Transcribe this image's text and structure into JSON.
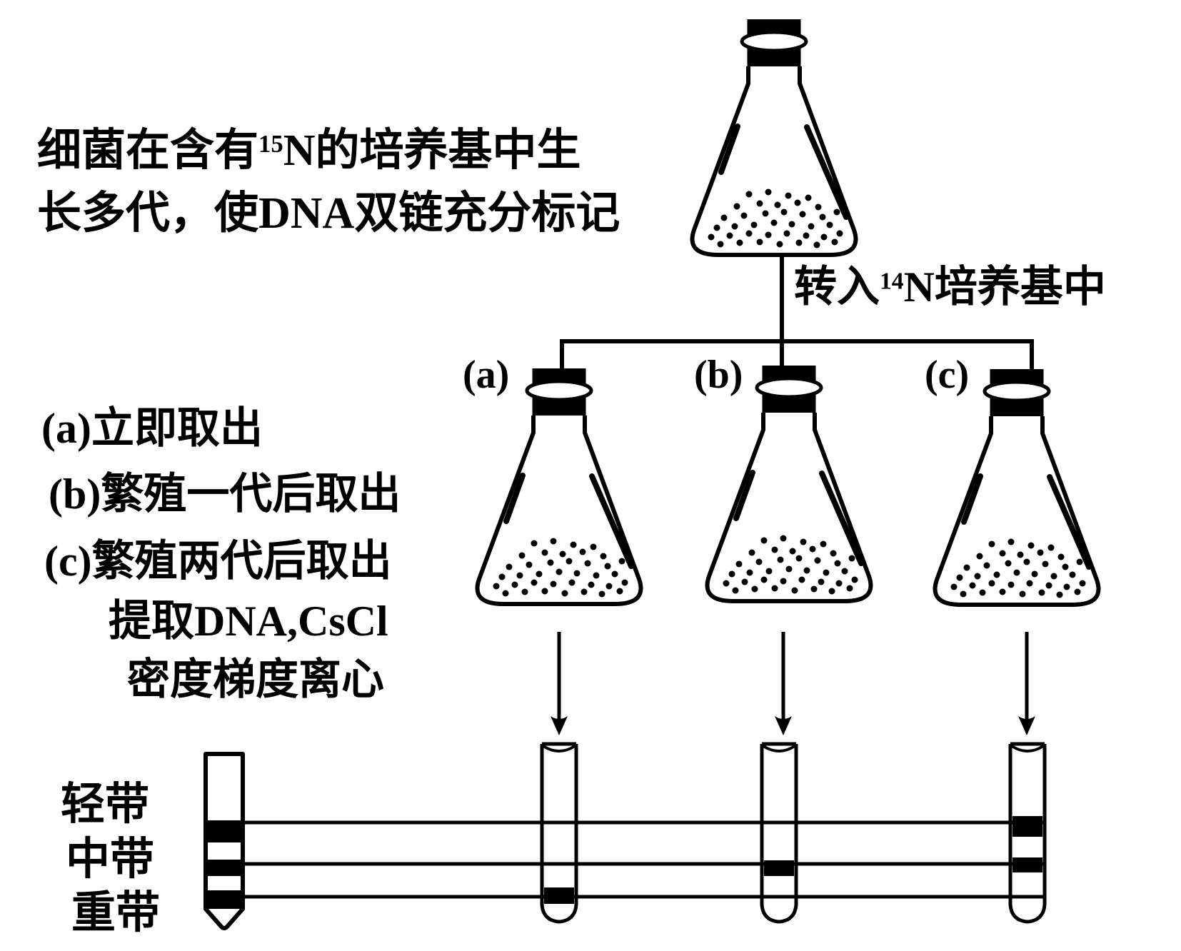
{
  "intro": {
    "line1_pre": "细菌在含有",
    "line1_sup": "15",
    "line1_post": "N的培养基中生",
    "line2": "长多代，使DNA双链充分标记"
  },
  "transfer": {
    "pre": "转入",
    "sup": "14",
    "post": "N培养基中"
  },
  "flask_labels": {
    "a": "(a)",
    "b": "(b)",
    "c": "(c)"
  },
  "procedure": {
    "line_a": "(a)立即取出",
    "line_b": "(b)繁殖一代后取出",
    "line_c": "(c)繁殖两代后取出",
    "line_d": "提取DNA,CsCl",
    "line_e": "密度梯度离心"
  },
  "bands": {
    "light": "轻带",
    "middle": "中带",
    "heavy": "重带"
  },
  "colors": {
    "ink": "#000000",
    "background": "#ffffff"
  }
}
